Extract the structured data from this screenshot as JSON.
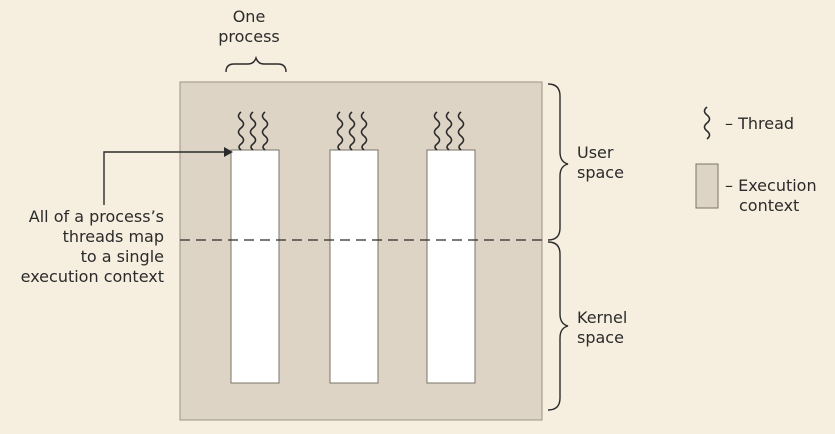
{
  "process_label": [
    "One",
    "process"
  ],
  "space_labels": {
    "user": [
      "User",
      "space"
    ],
    "kernel": [
      "Kernel",
      "space"
    ]
  },
  "callout": [
    "All of a process’s",
    "threads map",
    "to a single",
    "execution context"
  ],
  "legend": {
    "thread": "– Thread",
    "execution_context": [
      "– Execution",
      "context"
    ]
  },
  "colors": {
    "background": "#f6eedf",
    "process_fill": "#ddd4c5",
    "stroke": "#2b2b2b",
    "context_fill": "#ffffff"
  },
  "icons": [
    "thread-icon",
    "execution-context-icon"
  ]
}
